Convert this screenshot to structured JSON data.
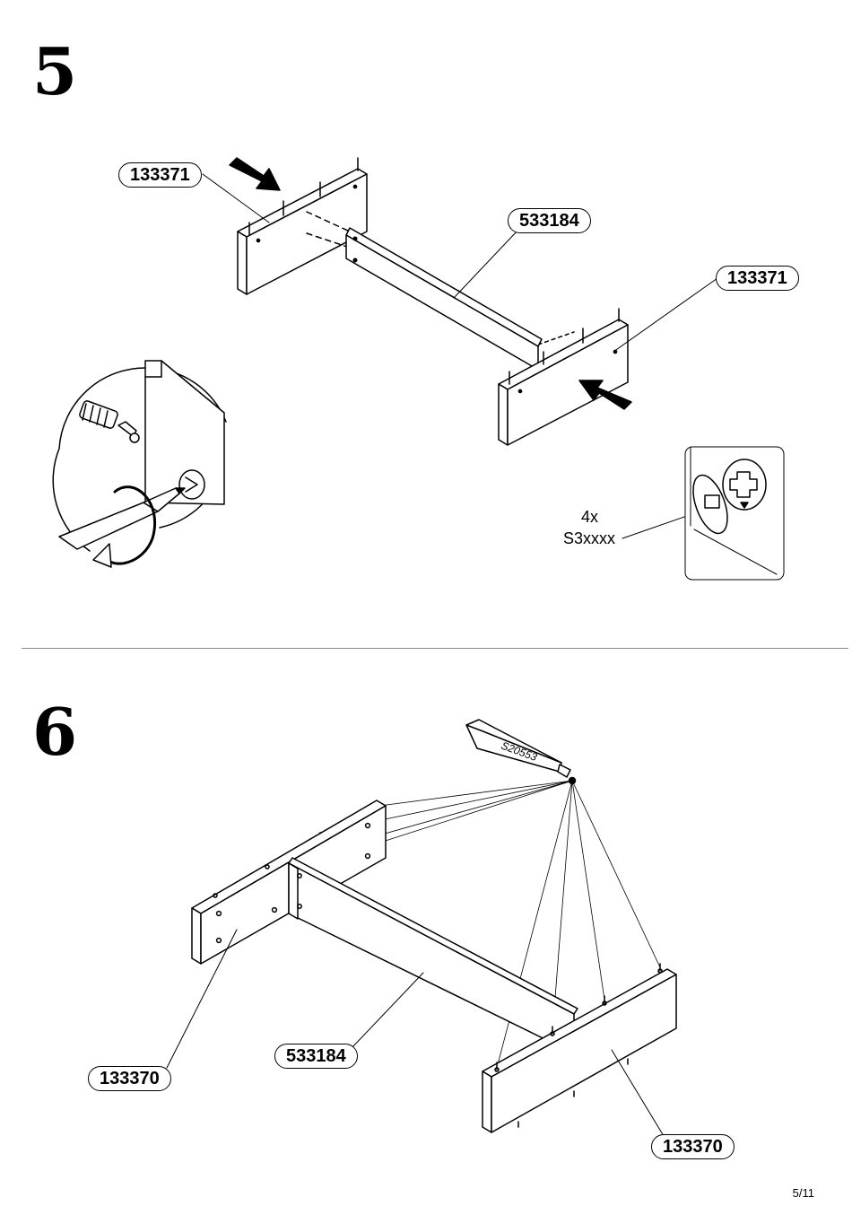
{
  "steps": [
    {
      "number": "5",
      "parts": [
        "133371",
        "533184",
        "133371"
      ],
      "fastener": {
        "quantity": "4x",
        "code": "S3xxxx"
      }
    },
    {
      "number": "6",
      "parts": [
        "133370",
        "533184",
        "133370"
      ],
      "glue_code": "S20553"
    }
  ],
  "page": "5/11"
}
